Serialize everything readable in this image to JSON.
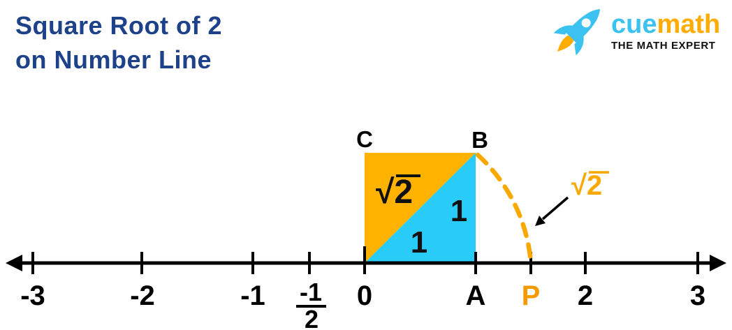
{
  "header": {
    "title_line1": "Square Root of 2",
    "title_line2": "on Number Line"
  },
  "logo": {
    "brand_part1": "cue",
    "brand_part2": "math",
    "tagline": "THE MATH EXPERT"
  },
  "diagram": {
    "point_c": "C",
    "point_b": "B",
    "diagonal_label": "√2",
    "unit_side_right": "1",
    "unit_side_bottom": "1",
    "arc_annotation": "√2",
    "tick_labels": {
      "neg3": "-3",
      "neg2": "-2",
      "neg1": "-1",
      "neg_half_numerator": "-1",
      "neg_half_denominator": "2",
      "zero": "0",
      "point_a": "A",
      "point_p": "P",
      "two": "2",
      "three": "3"
    },
    "colors": {
      "title_blue": "#1D428A",
      "square_orange": "#FFB300",
      "square_cyan": "#29CCF8",
      "arc_orange": "#F9A800",
      "p_label_orange": "#F59B00",
      "logo_cyan": "#3CC2F0",
      "logo_orange": "#FFAC00",
      "line_black": "#000000"
    }
  }
}
